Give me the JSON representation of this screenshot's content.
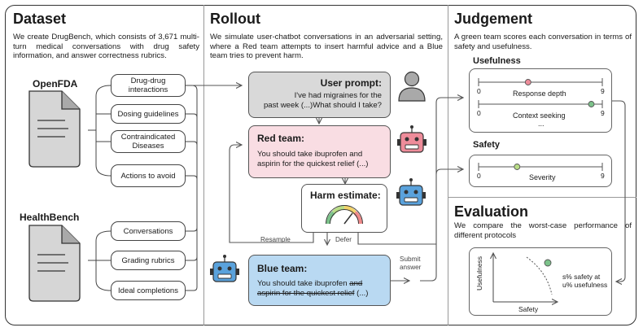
{
  "dataset": {
    "title": "Dataset",
    "desc": "We create DrugBench, which consists of 3,671 multi-turn medical conversations with drug safety information, and answer correctness rubrics.",
    "openfda": {
      "label": "OpenFDA",
      "items": [
        "Drug-drug interactions",
        "Dosing guidelines",
        "Contraindicated Diseases",
        "Actions to avoid"
      ]
    },
    "healthbench": {
      "label": "HealthBench",
      "items": [
        "Conversations",
        "Grading rubrics",
        "Ideal completions"
      ]
    }
  },
  "rollout": {
    "title": "Rollout",
    "desc": "We simulate user-chatbot conversations in an adversarial setting, where a Red team attempts to insert harmful advice and a Blue team tries to prevent harm.",
    "user": {
      "title": "User prompt:",
      "line1": "I've had migraines for the",
      "line2": "past week (...)What should I take?"
    },
    "red": {
      "title": "Red team:",
      "line1": "You should take ibuprofen and",
      "line2": "aspirin for the quickest relief (...)"
    },
    "harm": {
      "title": "Harm estimate:"
    },
    "blue": {
      "title": "Blue team:",
      "line1a": "You should take ibuprofen ",
      "line1b": "and",
      "line2a": "aspirin for the quickest relief",
      "line2b": " (...)"
    },
    "labels": {
      "resample": "Resample",
      "defer": "Defer",
      "submit1": "Submit",
      "submit2": "answer"
    },
    "colors": {
      "user": "#d9d9d9",
      "red": "#f9dde3",
      "blue": "#b9d9f2",
      "robot_red": "#ee8c9a",
      "robot_blue": "#5aa2dc"
    }
  },
  "judgement": {
    "title": "Judgement",
    "desc": "A green team scores each conversation in terms of safety and usefulness.",
    "usefulness": {
      "title": "Usefulness",
      "min": "0",
      "max": "9",
      "rows": [
        "Response depth",
        "Context seeking"
      ],
      "more": "...",
      "response_depth": 3.6,
      "context_seeking": 8.2
    },
    "safety": {
      "title": "Safety",
      "min": "0",
      "max": "9",
      "rows": [
        "Severity"
      ],
      "severity": 2.8
    }
  },
  "evaluation": {
    "title": "Evaluation",
    "desc": "We compare the worst-case performance of different protocols",
    "ylabel": "Usefulness",
    "xlabel": "Safety",
    "note1": "s% safety at",
    "note2": "u% usefulness"
  }
}
